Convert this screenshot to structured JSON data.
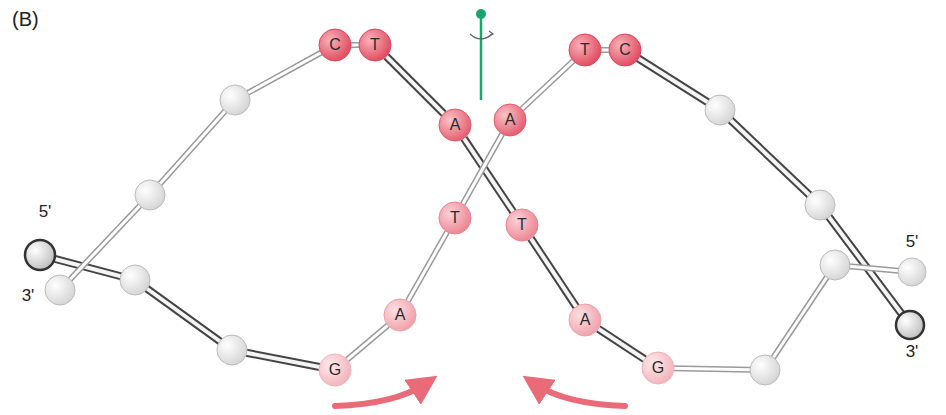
{
  "diagram": {
    "nodes": [
      {
        "text": [
          "C"
        ]
      },
      {
        "text": [
          "T"
        ]
      },
      {
        "text": [
          "T"
        ]
      },
      {
        "text": [
          "C"
        ]
      },
      {
        "text": [
          "A"
        ]
      },
      {
        "text": [
          "A"
        ]
      },
      {
        "text": [
          "T"
        ]
      },
      {
        "text": [
          "T"
        ]
      },
      {
        "text": [
          "A"
        ]
      },
      {
        "text": [
          "A"
        ]
      },
      {
        "text": [
          "G"
        ]
      },
      {
        "text": [
          "G"
        ]
      }
    ],
    "edges": [
      {
        "from": 0,
        "to": 1,
        "arrow": "none"
      },
      {
        "from": 2,
        "to": 3,
        "arrow": "none"
      },
      {
        "from": 1,
        "to": 4,
        "arrow": "none"
      },
      {
        "from": 4,
        "to": 7,
        "arrow": "none"
      },
      {
        "from": 7,
        "to": 9,
        "arrow": "none"
      },
      {
        "from": 9,
        "to": 11,
        "arrow": "none"
      },
      {
        "from": 2,
        "to": 5,
        "arrow": "none"
      },
      {
        "from": 5,
        "to": 6,
        "arrow": "none"
      },
      {
        "from": 6,
        "to": 8,
        "arrow": "none"
      },
      {
        "from": 8,
        "to": 10,
        "arrow": "none"
      }
    ],
    "labels": [
      "(B)",
      "5'",
      "3'",
      "5'",
      "3'"
    ]
  }
}
